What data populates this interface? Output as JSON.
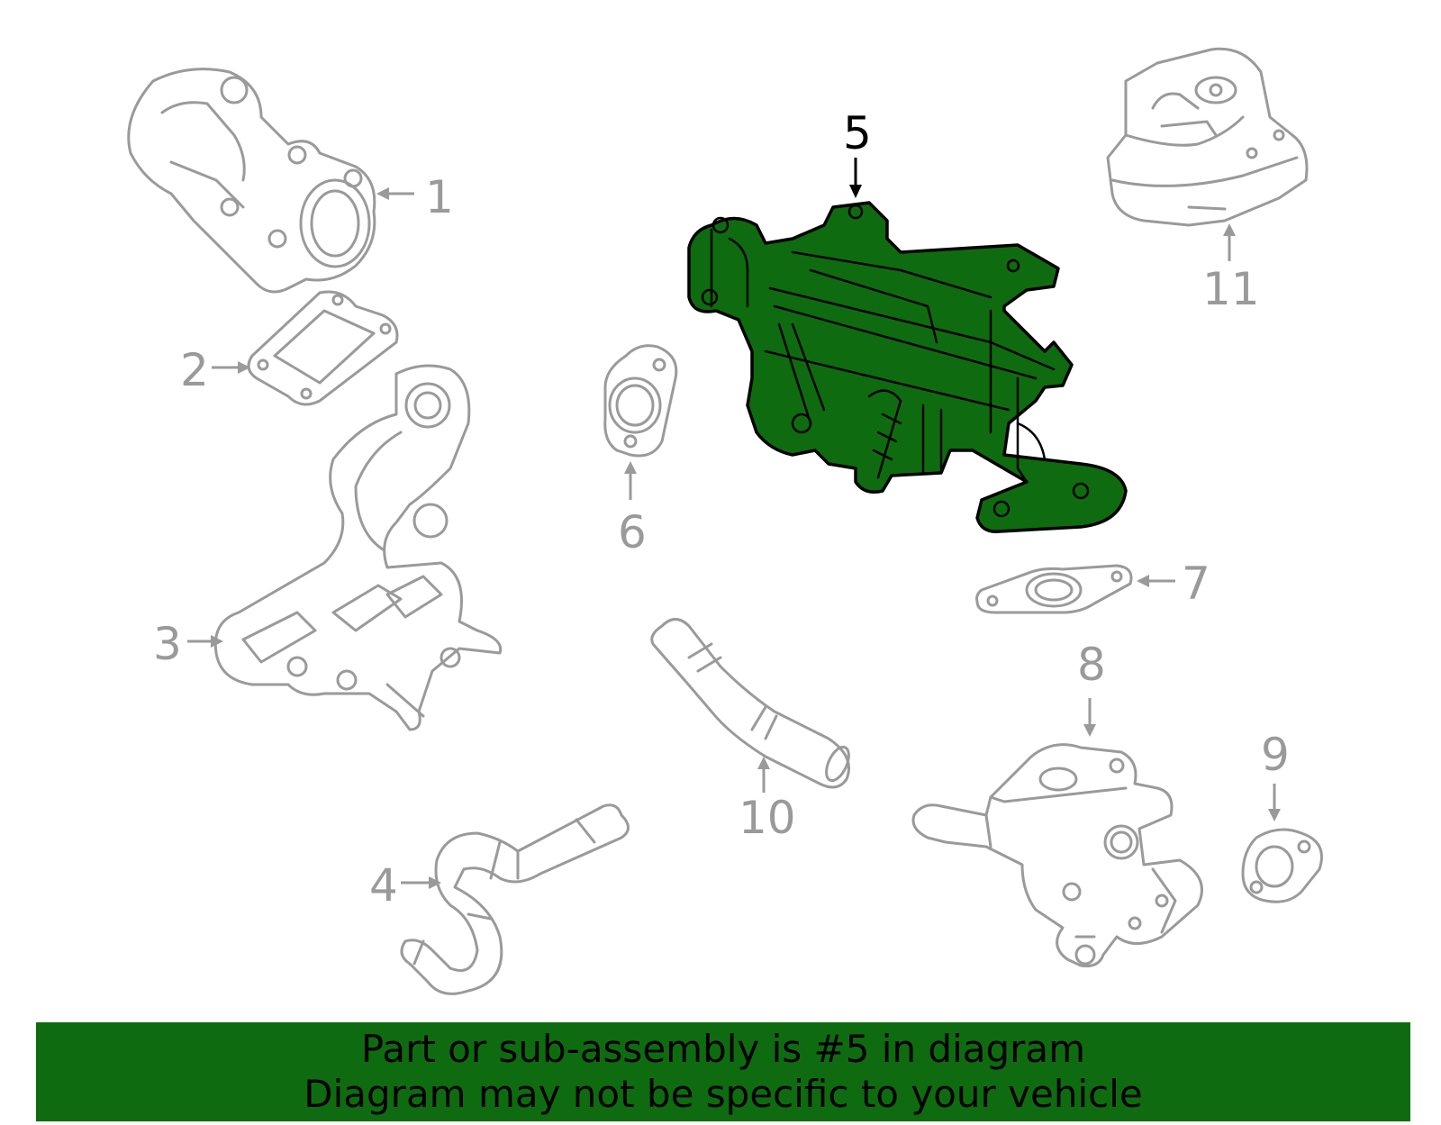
{
  "diagram": {
    "highlight_color": "#0f6b0f",
    "outline_color": "#9a9a9a",
    "callouts": [
      {
        "number": "1",
        "highlighted": false
      },
      {
        "number": "2",
        "highlighted": false
      },
      {
        "number": "3",
        "highlighted": false
      },
      {
        "number": "4",
        "highlighted": false
      },
      {
        "number": "5",
        "highlighted": true
      },
      {
        "number": "6",
        "highlighted": false
      },
      {
        "number": "7",
        "highlighted": false
      },
      {
        "number": "8",
        "highlighted": false
      },
      {
        "number": "9",
        "highlighted": false
      },
      {
        "number": "10",
        "highlighted": false
      },
      {
        "number": "11",
        "highlighted": false
      }
    ]
  },
  "banner": {
    "line1": "Part or sub-assembly is #5 in diagram",
    "line2": "Diagram may not be specific to your vehicle",
    "background": "#0f6b0f"
  }
}
